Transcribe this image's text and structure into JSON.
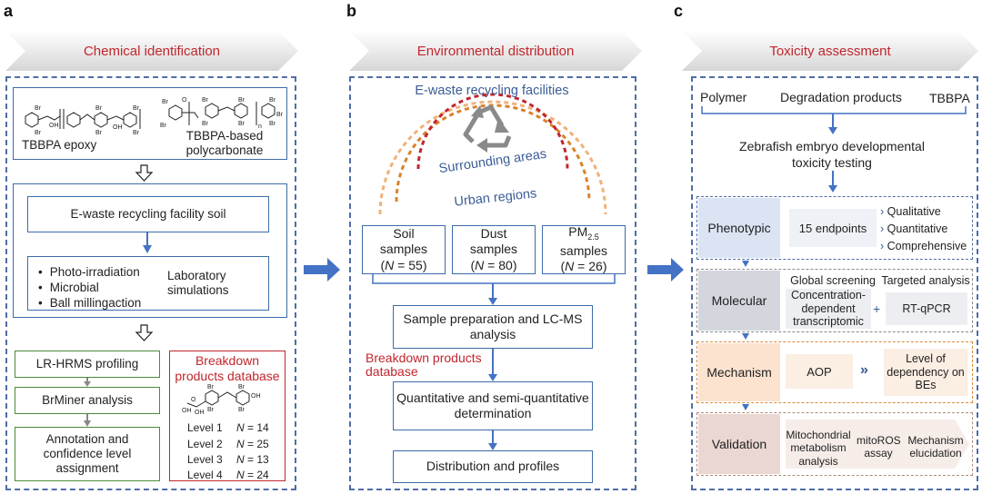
{
  "panels": {
    "a": {
      "letter": "a",
      "header": "Chemical identification",
      "structures": {
        "label1": "TBBPA epoxy",
        "label2": "TBBPA-based polycarbonate"
      },
      "soil_box": "E-waste recycling facility soil",
      "sim_items": [
        "Photo-irradiation",
        "Microbial",
        "Ball millingaction"
      ],
      "sim_label": "Laboratory simulations",
      "steps": [
        "LR-HRMS profiling",
        "BrMiner analysis",
        "Annotation and confidence level assignment"
      ],
      "db_title": "Breakdown products database",
      "levels": [
        {
          "name": "Level 1",
          "n": "14"
        },
        {
          "name": "Level 2",
          "n": "25"
        },
        {
          "name": "Level 3",
          "n": "13"
        },
        {
          "name": "Level 4",
          "n": "24"
        }
      ],
      "n_label": "N",
      "eq": " = "
    },
    "b": {
      "letter": "b",
      "header": "Environmental distribution",
      "rings": [
        "E-waste recycling facilities",
        "Surrounding areas",
        "Urban regions"
      ],
      "samples": [
        {
          "label": "Soil samples",
          "n": "55"
        },
        {
          "label": "Dust samples",
          "n": "80"
        },
        {
          "label": "PM",
          "sub": "2.5",
          "label2": "samples",
          "n": "26"
        }
      ],
      "prep": "Sample preparation and LC-MS analysis",
      "db_label": "Breakdown products database",
      "quant": "Quantitative and semi-quantitative determination",
      "dist": "Distribution and profiles"
    },
    "c": {
      "letter": "c",
      "header": "Toxicity assessment",
      "top": [
        "Polymer",
        "Degradation products",
        "TBBPA"
      ],
      "zebrafish": "Zebrafish embryo developmental toxicity testing",
      "phenotypic": {
        "label": "Phenotypic",
        "endpoints": "15 endpoints",
        "items": [
          "Qualitative",
          "Quantitative",
          "Comprehensive"
        ]
      },
      "molecular": {
        "label": "Molecular",
        "global": "Global screening",
        "targeted": "Targeted analysis",
        "conc": "Concentration-dependent transcriptomic",
        "plus": "+",
        "rt": "RT-qPCR"
      },
      "mechanism": {
        "label": "Mechanism",
        "aop": "AOP",
        "level": "Level of dependency on BEs"
      },
      "validation": {
        "label": "Validation",
        "mito": "Mitochondrial metabolism analysis",
        "ros": "mitoROS assay",
        "mech": "Mechanism elucidation"
      }
    }
  }
}
